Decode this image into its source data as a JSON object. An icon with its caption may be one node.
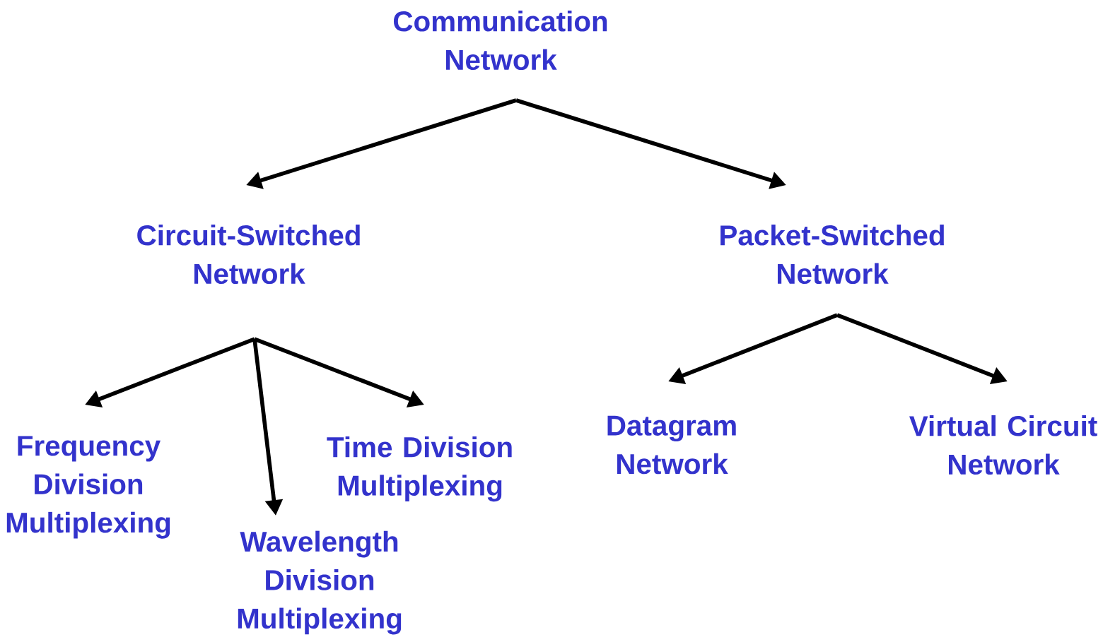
{
  "diagram": {
    "nodes": [
      {
        "text": [
          "Communication Network"
        ]
      },
      {
        "text": [
          "Circuit-Switched Network"
        ]
      },
      {
        "text": [
          "Packet-Switched Network"
        ]
      },
      {
        "text": [
          "Frequency Division Multiplexing"
        ]
      },
      {
        "text": [
          "Wavelength Division Multiplexing"
        ]
      },
      {
        "text": [
          "Time Division Multiplexing"
        ]
      },
      {
        "text": [
          "Datagram Network"
        ]
      },
      {
        "text": [
          "Virtual Circuit Network"
        ]
      }
    ],
    "edges": [
      {
        "from": 0,
        "to": 1,
        "arrow": "to"
      },
      {
        "from": 0,
        "to": 2,
        "arrow": "to"
      },
      {
        "from": 1,
        "to": 3,
        "arrow": "to"
      },
      {
        "from": 1,
        "to": 4,
        "arrow": "to"
      },
      {
        "from": 1,
        "to": 5,
        "arrow": "to"
      },
      {
        "from": 2,
        "to": 6,
        "arrow": "to"
      },
      {
        "from": 2,
        "to": 7,
        "arrow": "to"
      }
    ]
  }
}
